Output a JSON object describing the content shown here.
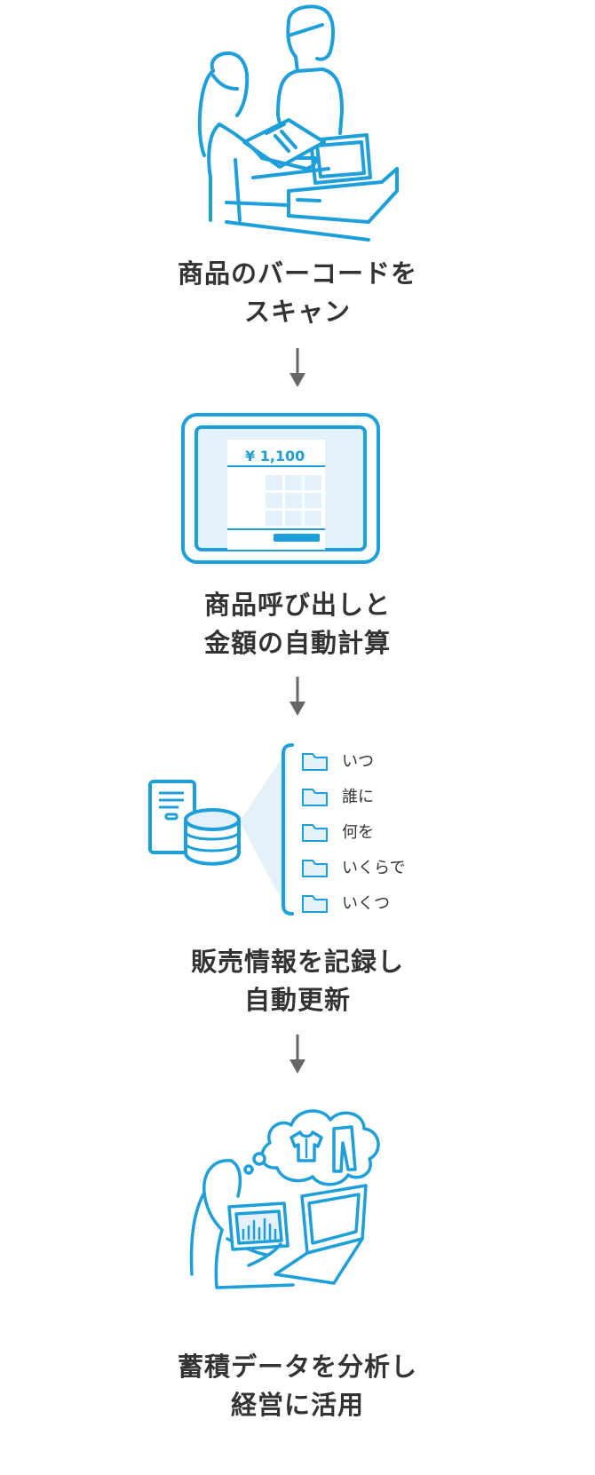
{
  "steps": [
    {
      "caption": [
        "商品のバーコードを",
        "スキャン"
      ],
      "icon": "checkout-scan-icon"
    },
    {
      "caption": [
        "商品呼び出しと",
        "金額の自動計算"
      ],
      "icon": "pos-tablet-icon",
      "price": "¥ 1,100"
    },
    {
      "caption": [
        "販売情報を記録し",
        "自動更新"
      ],
      "icon": "database-record-icon",
      "folders": [
        "いつ",
        "誰に",
        "何を",
        "いくらで",
        "いくつ"
      ]
    },
    {
      "caption": [
        "蓄積データを分析し",
        "経営に活用"
      ],
      "icon": "analysis-laptop-icon"
    }
  ],
  "colors": {
    "accent": "#1d9fdc",
    "light": "#e4f1fa",
    "text": "#333333",
    "arrow": "#666666"
  }
}
